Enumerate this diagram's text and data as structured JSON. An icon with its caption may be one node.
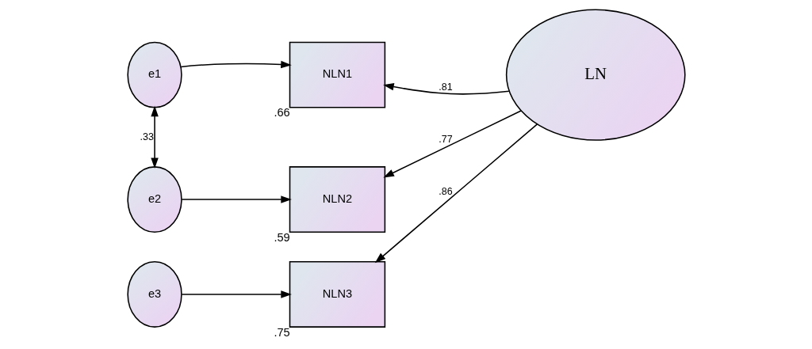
{
  "diagram": {
    "nodes": [
      {
        "text": [
          "e1"
        ]
      },
      {
        "text": [
          "e2"
        ]
      },
      {
        "text": [
          "e3"
        ]
      },
      {
        "text": [
          "NLN1"
        ],
        "beside": [
          ".66"
        ]
      },
      {
        "text": [
          "NLN2"
        ],
        "beside": [
          ".59"
        ]
      },
      {
        "text": [
          "NLN3"
        ],
        "beside": [
          ".75"
        ]
      },
      {
        "text": [
          "LN"
        ]
      }
    ],
    "edges": [
      {
        "from": 0,
        "to": 3,
        "arrow": "to"
      },
      {
        "from": 1,
        "to": 4,
        "arrow": "to"
      },
      {
        "from": 2,
        "to": 5,
        "arrow": "to"
      },
      {
        "from": 6,
        "to": 3,
        "arrow": "to",
        "label": ".81"
      },
      {
        "from": 6,
        "to": 4,
        "arrow": "to",
        "label": ".77"
      },
      {
        "from": 6,
        "to": 5,
        "arrow": "to",
        "label": ".86"
      },
      {
        "from": 0,
        "to": 1,
        "arrow": "both",
        "label": ".33"
      }
    ]
  }
}
